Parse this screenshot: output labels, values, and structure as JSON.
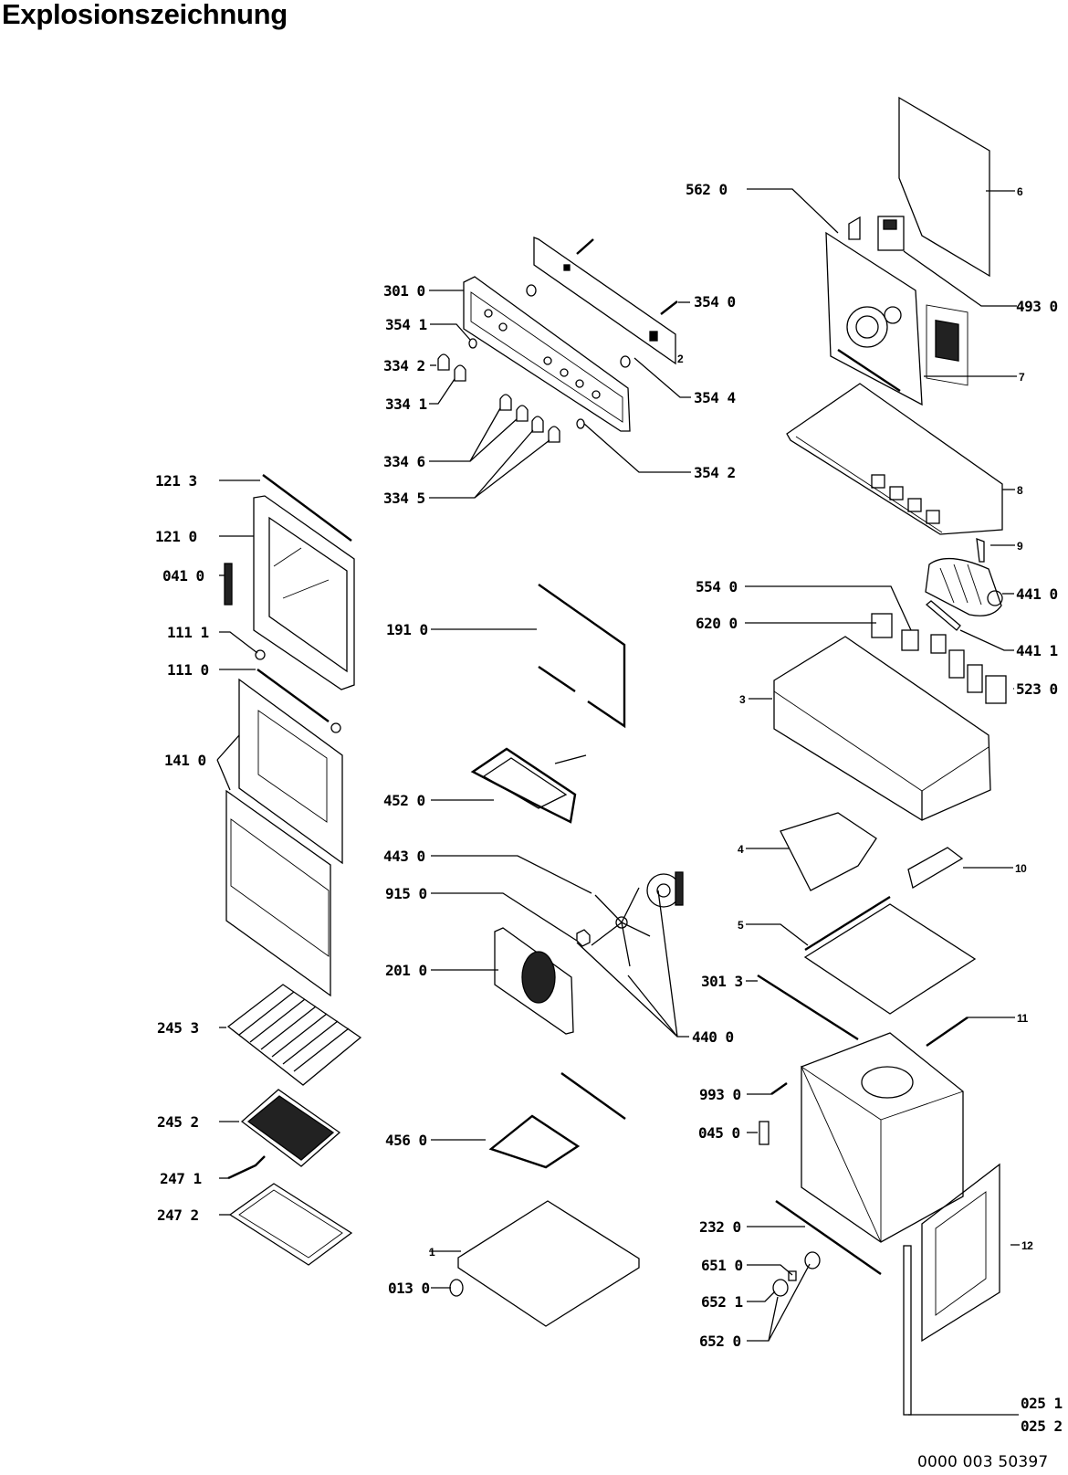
{
  "title": "Explosionszeichnung",
  "document_number": "0000 003 50397",
  "part_labels": {
    "p562_0": "562 0",
    "p301_0": "301 0",
    "p354_0": "354 0",
    "p354_1": "354 1",
    "p334_2": "334 2",
    "p334_1": "334 1",
    "p354_4": "354 4",
    "p334_6": "334 6",
    "p354_2": "354 2",
    "p334_5": "334 5",
    "p493_0": "493 0",
    "p121_3": "121 3",
    "p121_0": "121 0",
    "p041_0": "041 0",
    "p111_1": "111 1",
    "p111_0": "111 0",
    "p141_0": "141 0",
    "p191_0": "191 0",
    "p452_0": "452 0",
    "p443_0": "443 0",
    "p915_0": "915 0",
    "p201_0": "201 0",
    "p440_0": "440 0",
    "p554_0": "554 0",
    "p620_0": "620 0",
    "p441_0": "441 0",
    "p441_1": "441 1",
    "p523_0": "523 0",
    "p301_3": "301 3",
    "p245_3": "245 3",
    "p245_2": "245 2",
    "p247_1": "247 1",
    "p247_2": "247 2",
    "p456_0": "456 0",
    "p013_0": "013 0",
    "p993_0": "993 0",
    "p045_0": "045 0",
    "p232_0": "232 0",
    "p651_0": "651 0",
    "p652_1": "652 1",
    "p652_0": "652 0",
    "p025_1": "025 1",
    "p025_2": "025 2"
  },
  "position_labels": {
    "n1": "1",
    "n2": "2",
    "n3": "3",
    "n4": "4",
    "n5": "5",
    "n6": "6",
    "n7": "7",
    "n8": "8",
    "n9": "9",
    "n10": "10",
    "n11": "11",
    "n12": "12"
  }
}
